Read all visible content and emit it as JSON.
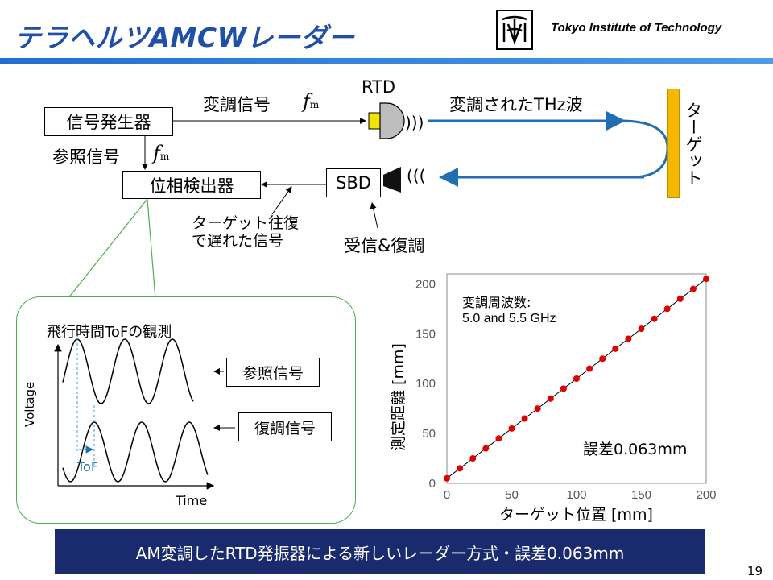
{
  "header": {
    "title": "テラヘルツAMCWレーダー",
    "institution": "Tokyo Institute of Technology"
  },
  "diagram": {
    "signal_generator": "信号発生器",
    "phase_detector": "位相検出器",
    "modulation_signal": "変調信号",
    "reference_signal": "参照信号",
    "f_symbol": "f",
    "f_subscript": "m",
    "rtd": "RTD",
    "sbd": "SBD",
    "emit_waves": ")))",
    "receive_waves": "(((",
    "modulated_wave": "変調されたTHz波",
    "target": "ターゲット",
    "delayed_signal_line1": "ターゲット往復",
    "delayed_signal_line2": "で遅れた信号",
    "receive_demod": "受信&復調"
  },
  "inset": {
    "title": "飛行時間ToFの観測",
    "reference_signal": "参照信号",
    "demodulated_signal": "復調信号",
    "tof": "ToF",
    "y_label": "Voltage",
    "x_label": "Time"
  },
  "chart_data": {
    "type": "scatter",
    "xlabel": "ターゲット位置 [mm]",
    "ylabel": "測定距離 [mm]",
    "xlim": [
      0,
      200
    ],
    "ylim": [
      0,
      210
    ],
    "x_ticks": [
      "0",
      "50",
      "100",
      "150",
      "200"
    ],
    "y_ticks": [
      "0",
      "50",
      "100",
      "150",
      "200"
    ],
    "annotation_line1": "変調周波数:",
    "annotation_line2": "5.0 and 5.5 GHz",
    "error_label": "誤差0.063mm",
    "marker_color": "#e00000",
    "fit_line": true,
    "points": [
      [
        0,
        5
      ],
      [
        10,
        15
      ],
      [
        20,
        25
      ],
      [
        30,
        35
      ],
      [
        40,
        45
      ],
      [
        50,
        55
      ],
      [
        60,
        65
      ],
      [
        70,
        75
      ],
      [
        80,
        85
      ],
      [
        90,
        95
      ],
      [
        100,
        105
      ],
      [
        110,
        115
      ],
      [
        120,
        125
      ],
      [
        130,
        135
      ],
      [
        140,
        145
      ],
      [
        150,
        155
      ],
      [
        160,
        165
      ],
      [
        170,
        175
      ],
      [
        180,
        185
      ],
      [
        190,
        195
      ],
      [
        200,
        205
      ]
    ]
  },
  "banner": {
    "text": "AM変調したRTD発振器による新しいレーダー方式・誤差0.063mm"
  },
  "page_number": "19"
}
